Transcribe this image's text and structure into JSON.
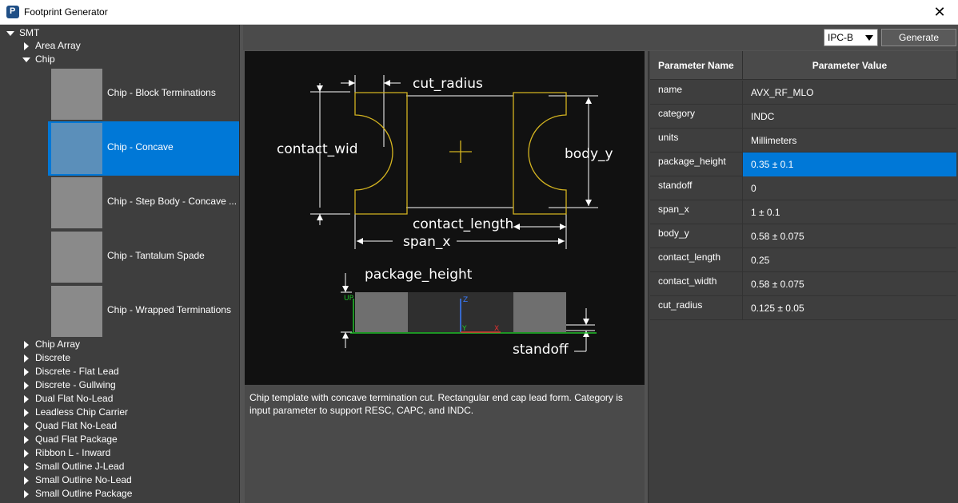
{
  "window": {
    "title": "Footprint Generator",
    "close_glyph": "✕",
    "icon": "app-logo-icon"
  },
  "tree": {
    "root": "SMT",
    "area_array": "Area Array",
    "chip": "Chip",
    "chip_children": [
      "Chip - Block Terminations",
      "Chip - Concave",
      "Chip - Step Body - Concave ...",
      "Chip - Tantalum Spade",
      "Chip - Wrapped Terminations"
    ],
    "selected_index": 1,
    "categories": [
      "Chip Array",
      "Discrete",
      "Discrete - Flat Lead",
      "Discrete - Gullwing",
      "Dual Flat No-Lead",
      "Leadless Chip Carrier",
      "Quad Flat No-Lead",
      "Quad Flat Package",
      "Ribbon L - Inward",
      "Small Outline J-Lead",
      "Small Outline No-Lead",
      "Small Outline Package"
    ]
  },
  "toolbar": {
    "standard_selected": "IPC-B",
    "generate_label": "Generate"
  },
  "diagram": {
    "cut_radius": "cut_radius",
    "contact_wid": "contact_wid",
    "body_y": "body_y",
    "contact_length": "contact_length",
    "span_x": "span_x",
    "package_height": "package_height",
    "standoff": "standoff",
    "axis_up": "UP",
    "axis_z": "Z",
    "axis_y": "Y",
    "axis_x": "X"
  },
  "description": "Chip template with concave termination cut. Rectangular end cap lead form. Category is input parameter to support RESC, CAPC, and INDC.",
  "params": {
    "header_name": "Parameter Name",
    "header_value": "Parameter Value",
    "selected_index": 3,
    "rows": [
      {
        "name": "name",
        "value": "AVX_RF_MLO"
      },
      {
        "name": "category",
        "value": "INDC"
      },
      {
        "name": "units",
        "value": "Millimeters"
      },
      {
        "name": "package_height",
        "value": "0.35 ± 0.1"
      },
      {
        "name": "standoff",
        "value": "0"
      },
      {
        "name": "span_x",
        "value": "1 ± 0.1"
      },
      {
        "name": "body_y",
        "value": "0.58 ± 0.075"
      },
      {
        "name": "contact_length",
        "value": "0.25"
      },
      {
        "name": "contact_width",
        "value": "0.58 ± 0.075"
      },
      {
        "name": "cut_radius",
        "value": "0.125 ± 0.05"
      }
    ]
  },
  "colors": {
    "selection": "#0078d7",
    "outline": "#d4b420",
    "axis_up": "#22c22c",
    "axis_z": "#3a7cff",
    "axis_x": "#e03030"
  }
}
